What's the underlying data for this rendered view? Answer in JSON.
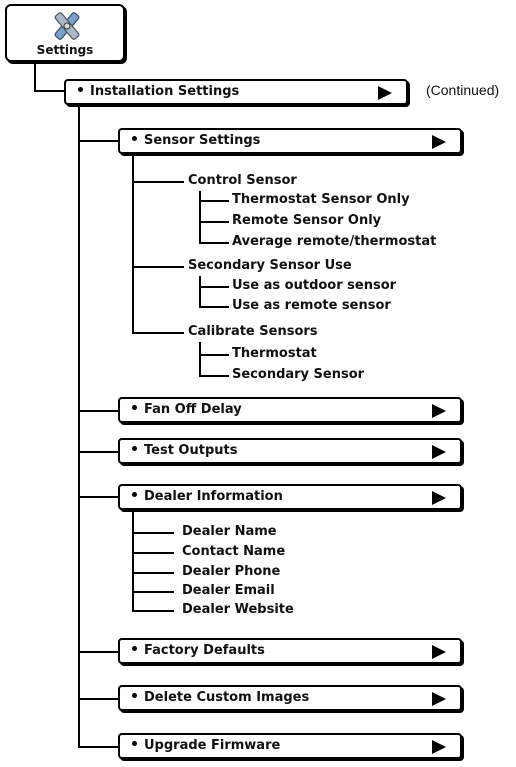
{
  "root": {
    "label": "Settings",
    "icon": "tools-icon"
  },
  "installation": {
    "label": "Installation Settings",
    "note": "(Continued)"
  },
  "sensor": {
    "label": "Sensor Settings",
    "control": {
      "label": "Control Sensor",
      "options": [
        "Thermostat Sensor Only",
        "Remote Sensor Only",
        "Average remote/thermostat"
      ]
    },
    "secondary": {
      "label": "Secondary Sensor Use",
      "options": [
        "Use as outdoor sensor",
        "Use as remote sensor"
      ]
    },
    "calibrate": {
      "label": "Calibrate Sensors",
      "options": [
        "Thermostat",
        "Secondary Sensor"
      ]
    }
  },
  "fan": {
    "label": "Fan Off Delay"
  },
  "test": {
    "label": "Test Outputs"
  },
  "dealer": {
    "label": "Dealer Information",
    "items": [
      "Dealer Name",
      "Contact Name",
      "Dealer Phone",
      "Dealer Email",
      "Dealer Website"
    ]
  },
  "factory": {
    "label": "Factory Defaults"
  },
  "delete": {
    "label": "Delete Custom Images"
  },
  "upgrade": {
    "label": "Upgrade Firmware"
  }
}
